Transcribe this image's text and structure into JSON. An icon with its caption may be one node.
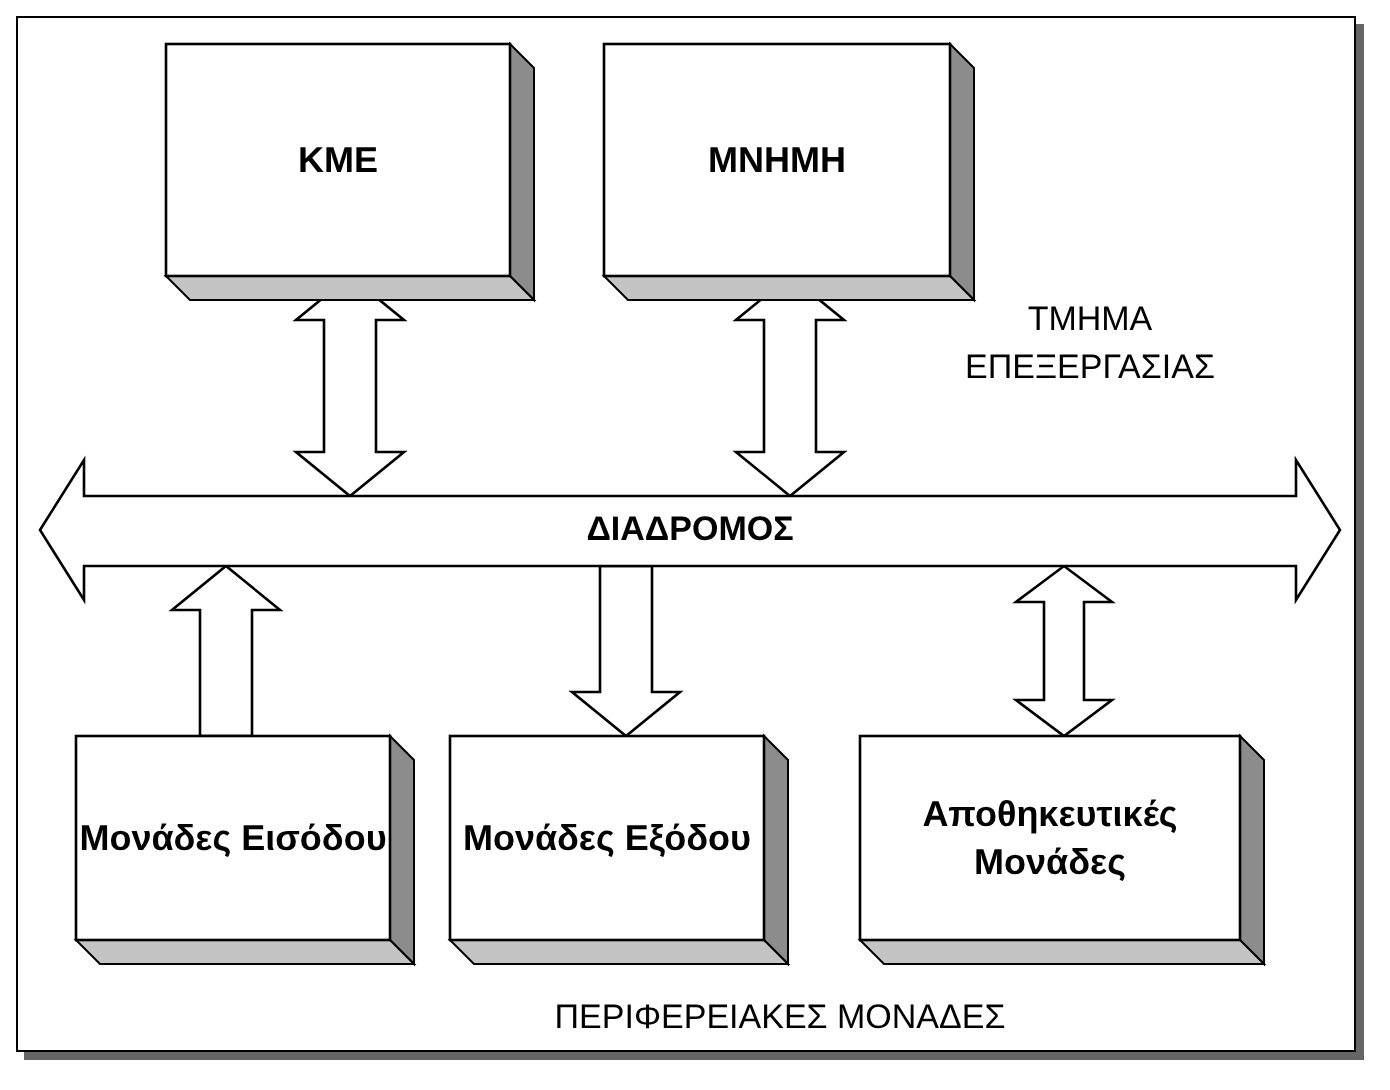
{
  "diagram": {
    "nodes": [
      {
        "text": [
          "ΚΜΕ"
        ]
      },
      {
        "text": [
          "ΜΝΗΜΗ"
        ]
      },
      {
        "text": [
          "ΔΙΑΔΡΟΜΟΣ"
        ]
      },
      {
        "text": [
          "Μονάδες Εισόδου"
        ]
      },
      {
        "text": [
          "Μονάδες Εξόδου"
        ]
      },
      {
        "text": [
          "Αποθηκευτικές Μονάδες"
        ]
      }
    ],
    "edges": [
      {
        "from": 0,
        "to": 2,
        "arrow": "both"
      },
      {
        "from": 1,
        "to": 2,
        "arrow": "both"
      },
      {
        "from": 3,
        "to": 2,
        "arrow": "to"
      },
      {
        "from": 2,
        "to": 4,
        "arrow": "to"
      },
      {
        "from": 5,
        "to": 2,
        "arrow": "both"
      }
    ],
    "labels": [
      "ΤΜΗΜΑ ΕΠΕΞΕΡΓΑΣΙΑΣ",
      "ΠΕΡΙΦΕΡΕΙΑΚΕΣ ΜΟΝΑΔΕΣ"
    ]
  }
}
